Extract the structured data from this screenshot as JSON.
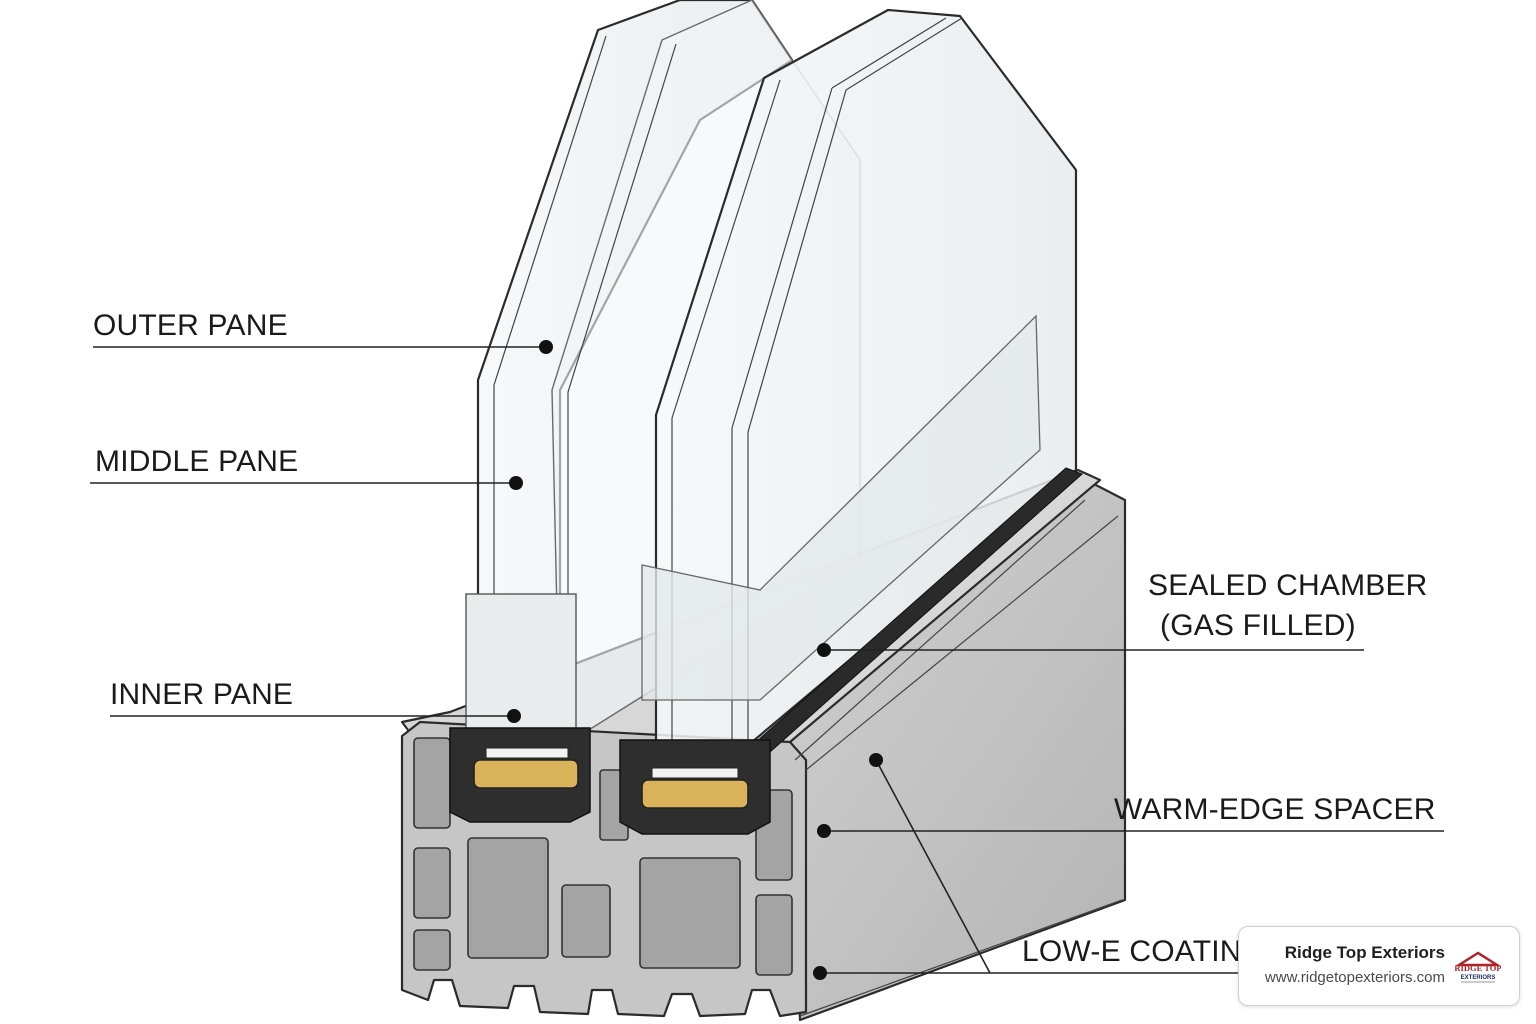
{
  "callouts": {
    "outer_pane": "OUTER PANE",
    "middle_pane": "MIDDLE PANE",
    "inner_pane": "INNER PANE",
    "sealed_chamber_line1": "SEALED CHAMBER",
    "sealed_chamber_line2": "(GAS FILLED)",
    "warm_edge_spacer": "WARM-EDGE SPACER",
    "low_e_coating": "LOW-E COATING"
  },
  "brand": {
    "name": "Ridge Top Exteriors",
    "url": "www.ridgetopexteriors.com",
    "logo_text": "RIDGE TOP",
    "logo_sub": "EXTERIORS"
  },
  "colors": {
    "frame": "#c9c9c9",
    "frame_shade": "#a9a9a9",
    "glass": "#eef2f3",
    "spacer": "#d9b25a",
    "gasket": "#2a2a2a",
    "logo_red": "#b0232a"
  }
}
